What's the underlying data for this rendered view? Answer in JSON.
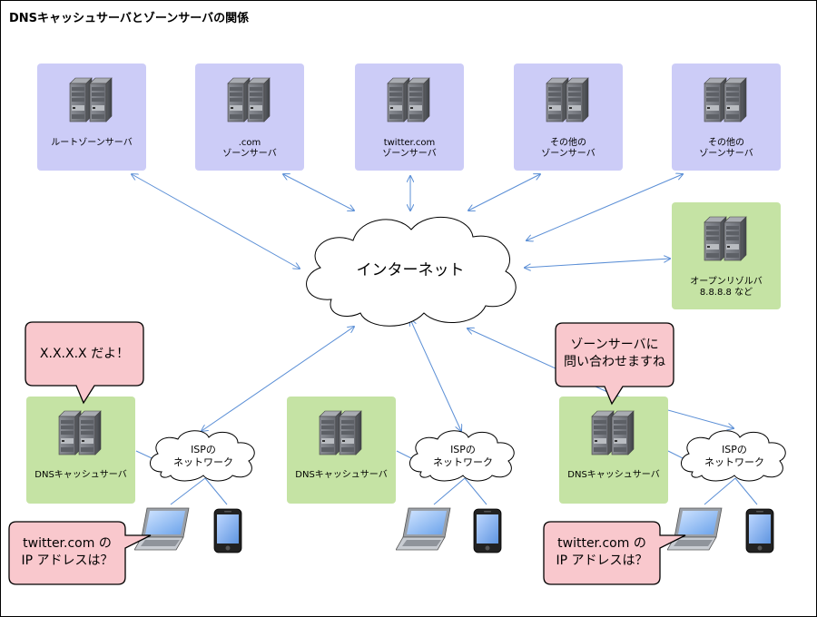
{
  "title": "DNSキャッシュサーバとゾーンサーバの関係",
  "zone_servers": [
    {
      "line1": "ルートゾーンサーバ",
      "line2": ""
    },
    {
      "line1": ".com",
      "line2": "ゾーンサーバ"
    },
    {
      "line1": "twitter.com",
      "line2": "ゾーンサーバ"
    },
    {
      "line1": "その他の",
      "line2": "ゾーンサーバ"
    },
    {
      "line1": "その他の",
      "line2": "ゾーンサーバ"
    }
  ],
  "open_resolver": {
    "line1": "オープンリゾルバ",
    "line2": "8.8.8.8 など"
  },
  "internet": "インターネット",
  "dns_cache": [
    "DNSキャッシュサーバ",
    "DNSキャッシュサーバ",
    "DNSキャッシュサーバ"
  ],
  "isp": [
    {
      "line1": "ISPの",
      "line2": "ネットワーク"
    },
    {
      "line1": "ISPの",
      "line2": "ネットワーク"
    },
    {
      "line1": "ISPの",
      "line2": "ネットワーク"
    }
  ],
  "bubbles": {
    "answer": "X.X.X.X だよ！",
    "ask_zone": {
      "line1": "ゾーンサーバに",
      "line2": "問い合わせますね"
    },
    "query_left": {
      "line1": "twitter.com の",
      "line2": "IP アドレスは？"
    },
    "query_right": {
      "line1": "twitter.com の",
      "line2": "IP アドレスは？"
    }
  },
  "colors": {
    "zone_box": "#ccccf7",
    "dns_box": "#c5e3a4",
    "bubble_fill": "#f9c8cd",
    "arrow": "#5b8fd6"
  }
}
